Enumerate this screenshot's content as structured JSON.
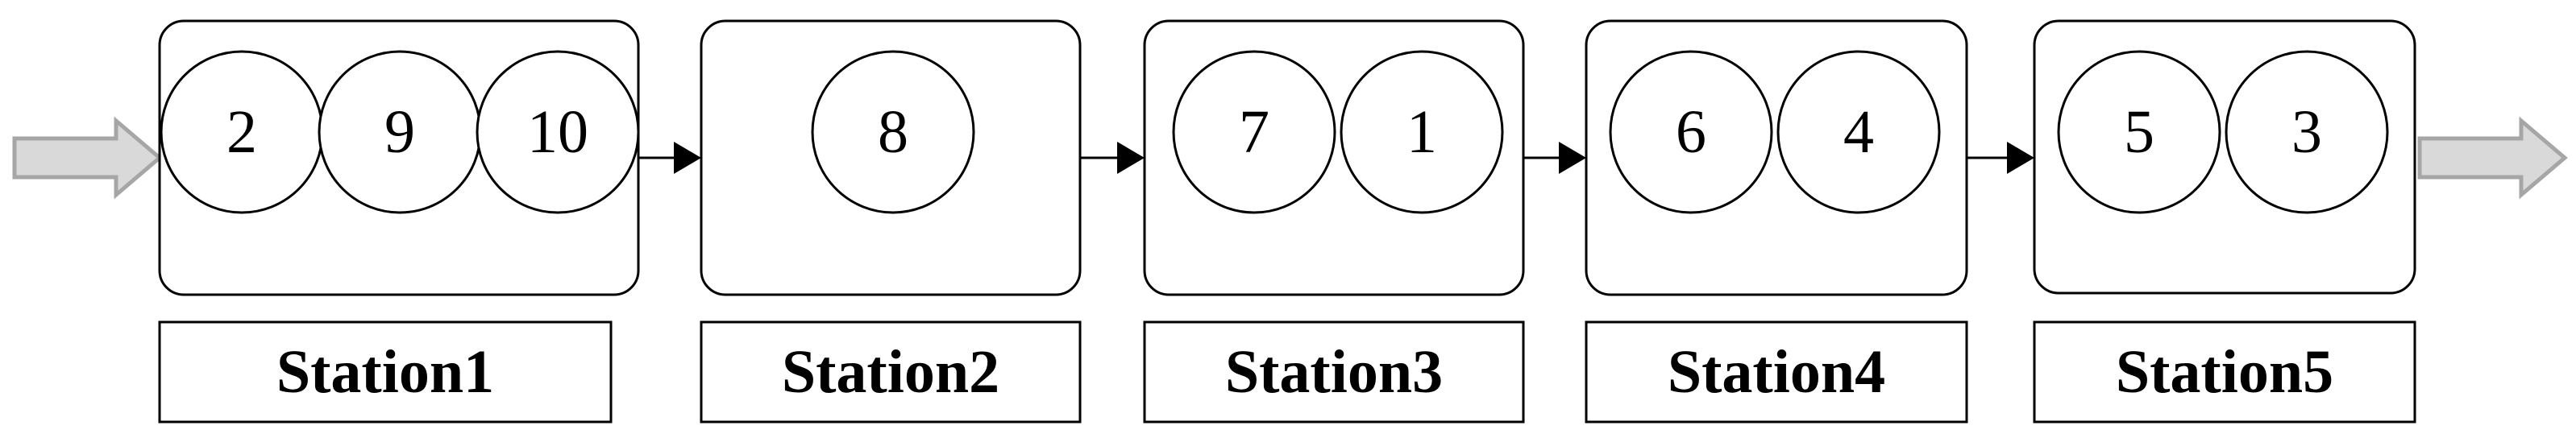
{
  "stations": [
    {
      "label": "Station1",
      "tasks": [
        "2",
        "9",
        "10"
      ]
    },
    {
      "label": "Station2",
      "tasks": [
        "8"
      ]
    },
    {
      "label": "Station3",
      "tasks": [
        "7",
        "1"
      ]
    },
    {
      "label": "Station4",
      "tasks": [
        "6",
        "4"
      ]
    },
    {
      "label": "Station5",
      "tasks": [
        "5",
        "3"
      ]
    }
  ],
  "colors": {
    "outline": "#000000",
    "flow_arrow_fill": "#d9d9d9",
    "flow_arrow_stroke": "#a6a6a6"
  }
}
